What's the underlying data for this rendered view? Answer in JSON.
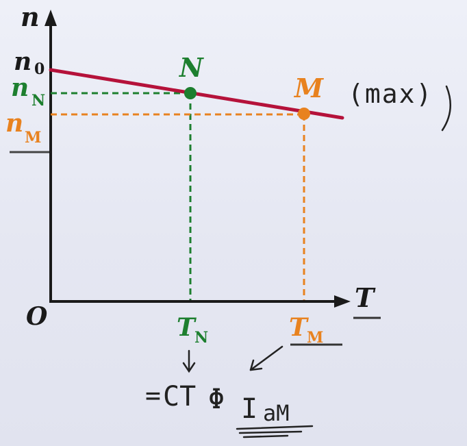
{
  "colors": {
    "axis": "#1a1a1a",
    "curve": "#b5123a",
    "green": "#1d7f2f",
    "orange": "#e8821f",
    "ink": "#222222"
  },
  "axes": {
    "y_label": "n",
    "x_label": "T",
    "origin_label": "O"
  },
  "y_ticks": {
    "n0": {
      "base": "n",
      "sub": "0"
    },
    "nN": {
      "base": "n",
      "sub": "N"
    },
    "nM": {
      "base": "n",
      "sub": "M"
    }
  },
  "x_ticks": {
    "TN": {
      "base": "T",
      "sub": "N"
    },
    "TM": {
      "base": "T",
      "sub": "M"
    }
  },
  "points": {
    "N": {
      "label": "N"
    },
    "M": {
      "label": "M"
    }
  },
  "annotations": {
    "max_note": "(max)",
    "formula_equals": "=",
    "formula_ct": "CT",
    "formula_phi": "Φ",
    "formula_I": "I",
    "formula_aM": "aM"
  }
}
